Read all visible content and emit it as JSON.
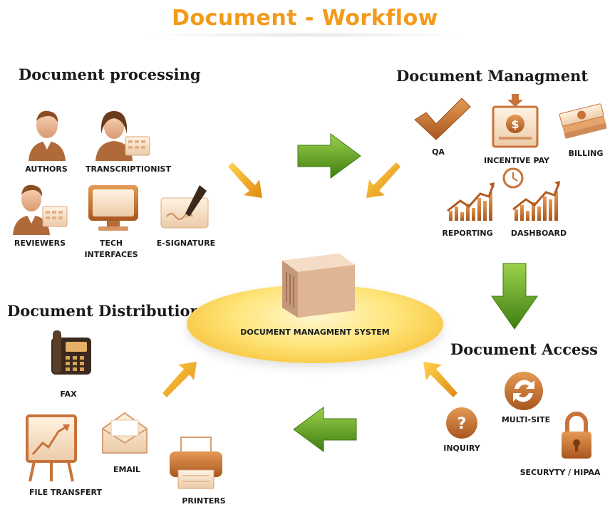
{
  "title": "Document - Workflow",
  "sections": {
    "processing": {
      "heading": "Document processing",
      "items": {
        "authors": "AUTHORS",
        "transcriptionist": "TRANSCRIPTIONIST",
        "reviewers": "REVIEWERS",
        "tech_line1": "TECH",
        "tech_line2": "INTERFACES",
        "esignature": "E-SIGNATURE"
      }
    },
    "management": {
      "heading": "Document Managment",
      "items": {
        "qa": "QA",
        "incentive_pay": "INCENTIVE PAY",
        "billing": "BILLING",
        "reporting": "REPORTING",
        "dashboard": "DASHBOARD"
      }
    },
    "access": {
      "heading": "Document Access",
      "items": {
        "multisite": "MULTI-SITE",
        "inquiry": "INQUIRY",
        "security": "SECURYTY / HIPAA"
      }
    },
    "distribution": {
      "heading": "Document Distribution",
      "items": {
        "fax": "FAX",
        "email": "EMAIL",
        "file_transfer": "FILE TRANSFERT",
        "printers": "PRINTERS"
      }
    }
  },
  "center": {
    "label": "DOCUMENT MANAGMENT SYSTEM"
  },
  "colors": {
    "accent": "#f39a1a",
    "green": "#5c9e1e",
    "icon_brown": "#c8733a",
    "arrow_gold": "#f0a81c"
  }
}
